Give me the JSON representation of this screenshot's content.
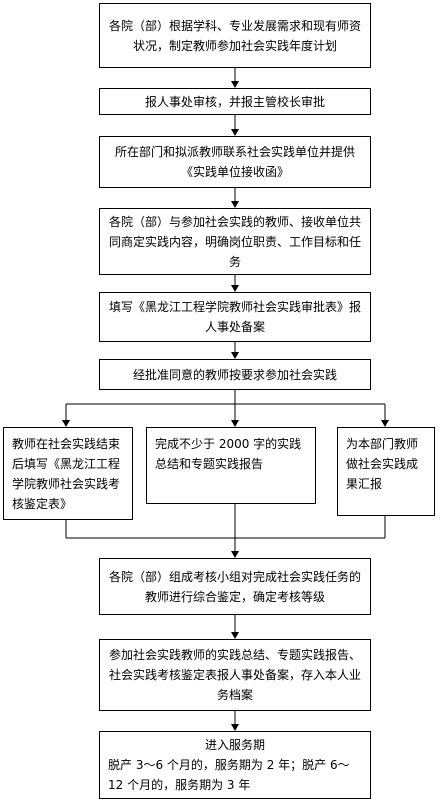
{
  "steps": [
    {
      "text": "各院（部）根据学科、专业发展需求和现有师资状况，制定教师参加社会实践年度计划"
    },
    {
      "text": "报人事处审核，并报主管校长审批"
    },
    {
      "text": "所在部门和拟派教师联系社会实践单位并提供《实践单位接收函》"
    },
    {
      "text": "各院（部）与参加社会实践的教师、接收单位共同商定实践内容，明确岗位职责、工作目标和任务"
    },
    {
      "text": "填写《黑龙江工程学院教师社会实践审批表》报人事处备案"
    },
    {
      "text": "经批准同意的教师按要求参加社会实践"
    }
  ],
  "branches": [
    {
      "text": "教师在社会实践结束后填写《黑龙江工程学院教师社会实践考核鉴定表》"
    },
    {
      "text": "完成不少于 2000 字的实践总结和专题实践报告"
    },
    {
      "text": "为本部门教师做社会实践成果汇报"
    }
  ],
  "final_steps": [
    {
      "text": "各院（部）组成考核小组对完成社会实践任务的教师进行综合鉴定，确定考核等级"
    },
    {
      "text": "参加社会实践教师的实践总结、专题实践报告、社会实践考核鉴定表报人事处备案，存入本人业务档案"
    }
  ],
  "last_step": {
    "title": "进入服务期",
    "detail": "脱产 3～6 个月的，服务期为 2 年；脱产 6～12 个月的，服务期为 3 年"
  }
}
